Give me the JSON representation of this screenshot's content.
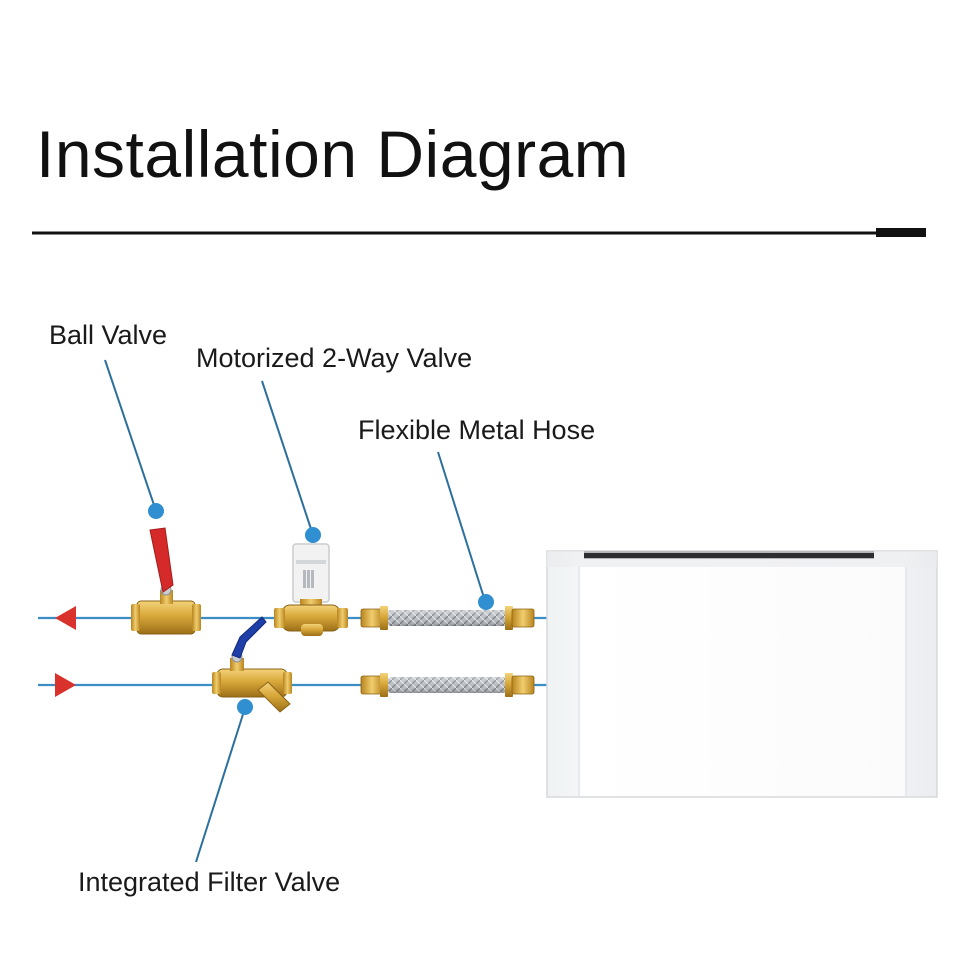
{
  "title": "Installation Diagram",
  "labels": {
    "ball_valve": "Ball Valve",
    "motorized_valve": "Motorized 2-Way Valve",
    "flexible_hose": "Flexible Metal Hose",
    "filter_valve": "Integrated Filter Valve"
  },
  "colors": {
    "title_text": "#111111",
    "rule": "#111111",
    "leader_line": "#2b6f9c",
    "callout_dot": "#2f8fd0",
    "pipe": "#3b8dc4",
    "flow_arrow": "#d9322c",
    "brass": "#d8a83a",
    "ball_valve_handle": "#d62a2a",
    "filter_valve_handle": "#1e3fa8",
    "actuator": "#f1f1f1",
    "hose_braid": "#a9adb2",
    "fan_coil_unit": "#f7f8f9"
  },
  "flow": {
    "upper_pipe_direction": "left",
    "lower_pipe_direction": "right"
  }
}
